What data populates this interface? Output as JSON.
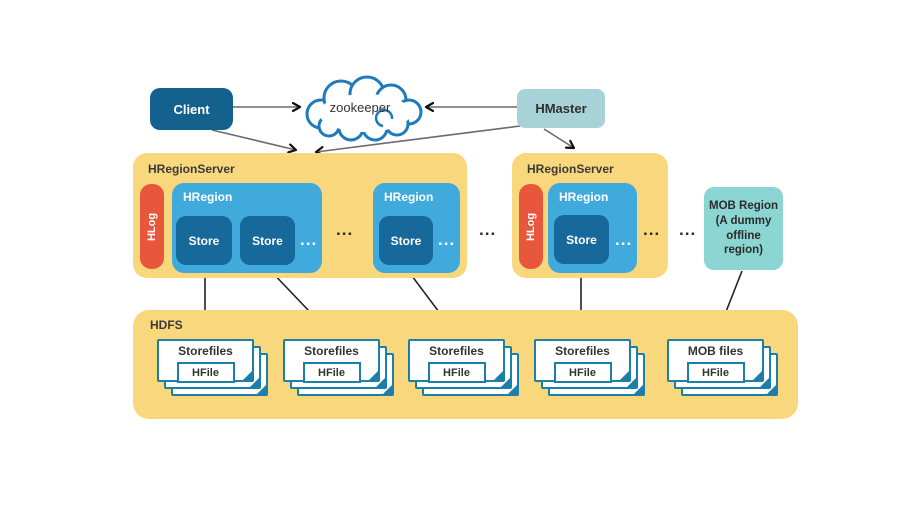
{
  "diagram": {
    "client": {
      "label": "Client"
    },
    "zookeeper": {
      "label": "zookeeper"
    },
    "hmaster": {
      "label": "HMaster"
    },
    "servers": [
      {
        "label": "HRegionServer",
        "hlog_label": "HLog",
        "regions": [
          {
            "label": "HRegion",
            "stores": [
              "Store",
              "Store"
            ],
            "more_stores": "..."
          },
          {
            "label": "HRegion",
            "stores": [
              "Store"
            ],
            "more_stores": "..."
          }
        ],
        "more_regions": "..."
      },
      {
        "label": "HRegionServer",
        "hlog_label": "HLog",
        "regions": [
          {
            "label": "HRegion",
            "stores": [
              "Store"
            ],
            "more_stores": "..."
          }
        ],
        "more_regions": "..."
      }
    ],
    "more_servers_ellipsis": "...",
    "mob_ellipsis": "...",
    "mob_region": {
      "lines": [
        "MOB Region",
        "(A dummy",
        "offline",
        "region)"
      ]
    },
    "hdfs": {
      "label": "HDFS",
      "stacks": [
        {
          "title": "Storefiles",
          "file_label": "HFile"
        },
        {
          "title": "Storefiles",
          "file_label": "HFile"
        },
        {
          "title": "Storefiles",
          "file_label": "HFile"
        },
        {
          "title": "Storefiles",
          "file_label": "HFile"
        },
        {
          "title": "MOB files",
          "file_label": "HFile"
        }
      ]
    },
    "colors": {
      "container_yellow": "#F9D77C",
      "client_blue": "#15618E",
      "hregion_blue": "#41AADC",
      "store_blue": "#17689B",
      "hlog_red": "#E8563C",
      "hmaster_teal": "#A7D3D8",
      "mob_teal": "#8BD6D2",
      "card_border_blue": "#1C7FA8",
      "cloud_stroke_blue": "#1F7ABC"
    }
  }
}
